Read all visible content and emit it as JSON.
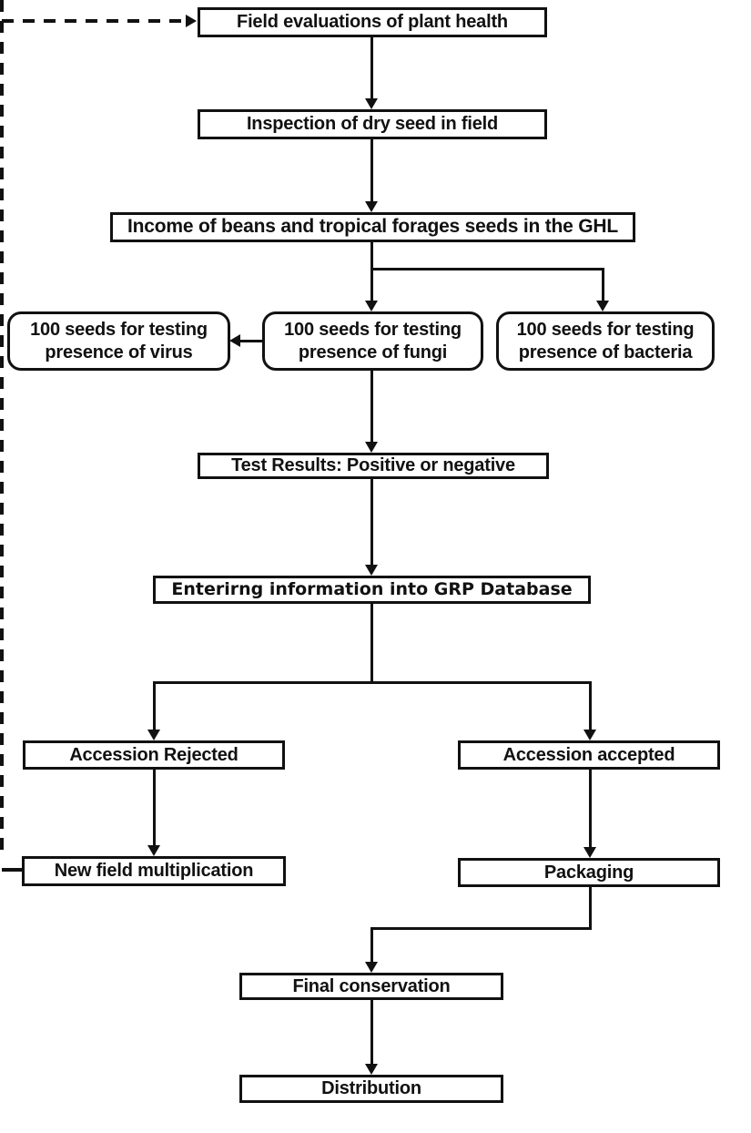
{
  "diagram": {
    "type": "flowchart",
    "description": "Seed health testing workflow flowchart",
    "colors": {
      "line": "#111111",
      "box_border": "#111111",
      "box_fill": "#ffffff",
      "text": "#111111",
      "background": "#ffffff"
    },
    "nodes": {
      "field_evaluations": {
        "label": "Field evaluations of plant health",
        "shape": "rect"
      },
      "inspection": {
        "label": "Inspection of dry seed in field",
        "shape": "rect"
      },
      "income": {
        "label": "Income of beans and tropical forages seeds in the GHL",
        "shape": "rect"
      },
      "virus": {
        "label": "100 seeds for testing presence of virus",
        "shape": "rounded"
      },
      "fungi": {
        "label": "100 seeds for testing presence of fungi",
        "shape": "rounded"
      },
      "bacteria": {
        "label": "100 seeds for testing presence of bacteria",
        "shape": "rounded"
      },
      "test_results": {
        "label": "Test Results: Positive or negative",
        "shape": "rect"
      },
      "grp_database": {
        "label": "Enterirng information into GRP Database",
        "shape": "rect"
      },
      "rejected": {
        "label": "Accession Rejected",
        "shape": "rect"
      },
      "accepted": {
        "label": "Accession accepted",
        "shape": "rect"
      },
      "new_field": {
        "label": "New field multiplication",
        "shape": "rect"
      },
      "packaging": {
        "label": "Packaging",
        "shape": "rect"
      },
      "final_conservation": {
        "label": "Final conservation",
        "shape": "rect"
      },
      "distribution": {
        "label": "Distribution",
        "shape": "rect"
      }
    },
    "edges": [
      {
        "from": "field_evaluations",
        "to": "inspection",
        "style": "solid-arrow"
      },
      {
        "from": "inspection",
        "to": "income",
        "style": "solid-arrow"
      },
      {
        "from": "income",
        "to": "fungi",
        "style": "solid-arrow"
      },
      {
        "from": "income",
        "to": "bacteria",
        "style": "solid-arrow"
      },
      {
        "from": "fungi",
        "to": "virus",
        "style": "solid-arrow"
      },
      {
        "from": "fungi",
        "to": "test_results",
        "style": "solid-arrow"
      },
      {
        "from": "test_results",
        "to": "grp_database",
        "style": "solid-arrow"
      },
      {
        "from": "grp_database",
        "to": "rejected",
        "style": "solid-arrow"
      },
      {
        "from": "grp_database",
        "to": "accepted",
        "style": "solid-arrow"
      },
      {
        "from": "rejected",
        "to": "new_field",
        "style": "solid-arrow"
      },
      {
        "from": "accepted",
        "to": "packaging",
        "style": "solid-arrow"
      },
      {
        "from": "packaging",
        "to": "final_conservation",
        "style": "solid-arrow"
      },
      {
        "from": "final_conservation",
        "to": "distribution",
        "style": "solid-arrow"
      },
      {
        "from": "new_field",
        "to": "field_evaluations",
        "style": "dashed-arrow"
      }
    ]
  }
}
